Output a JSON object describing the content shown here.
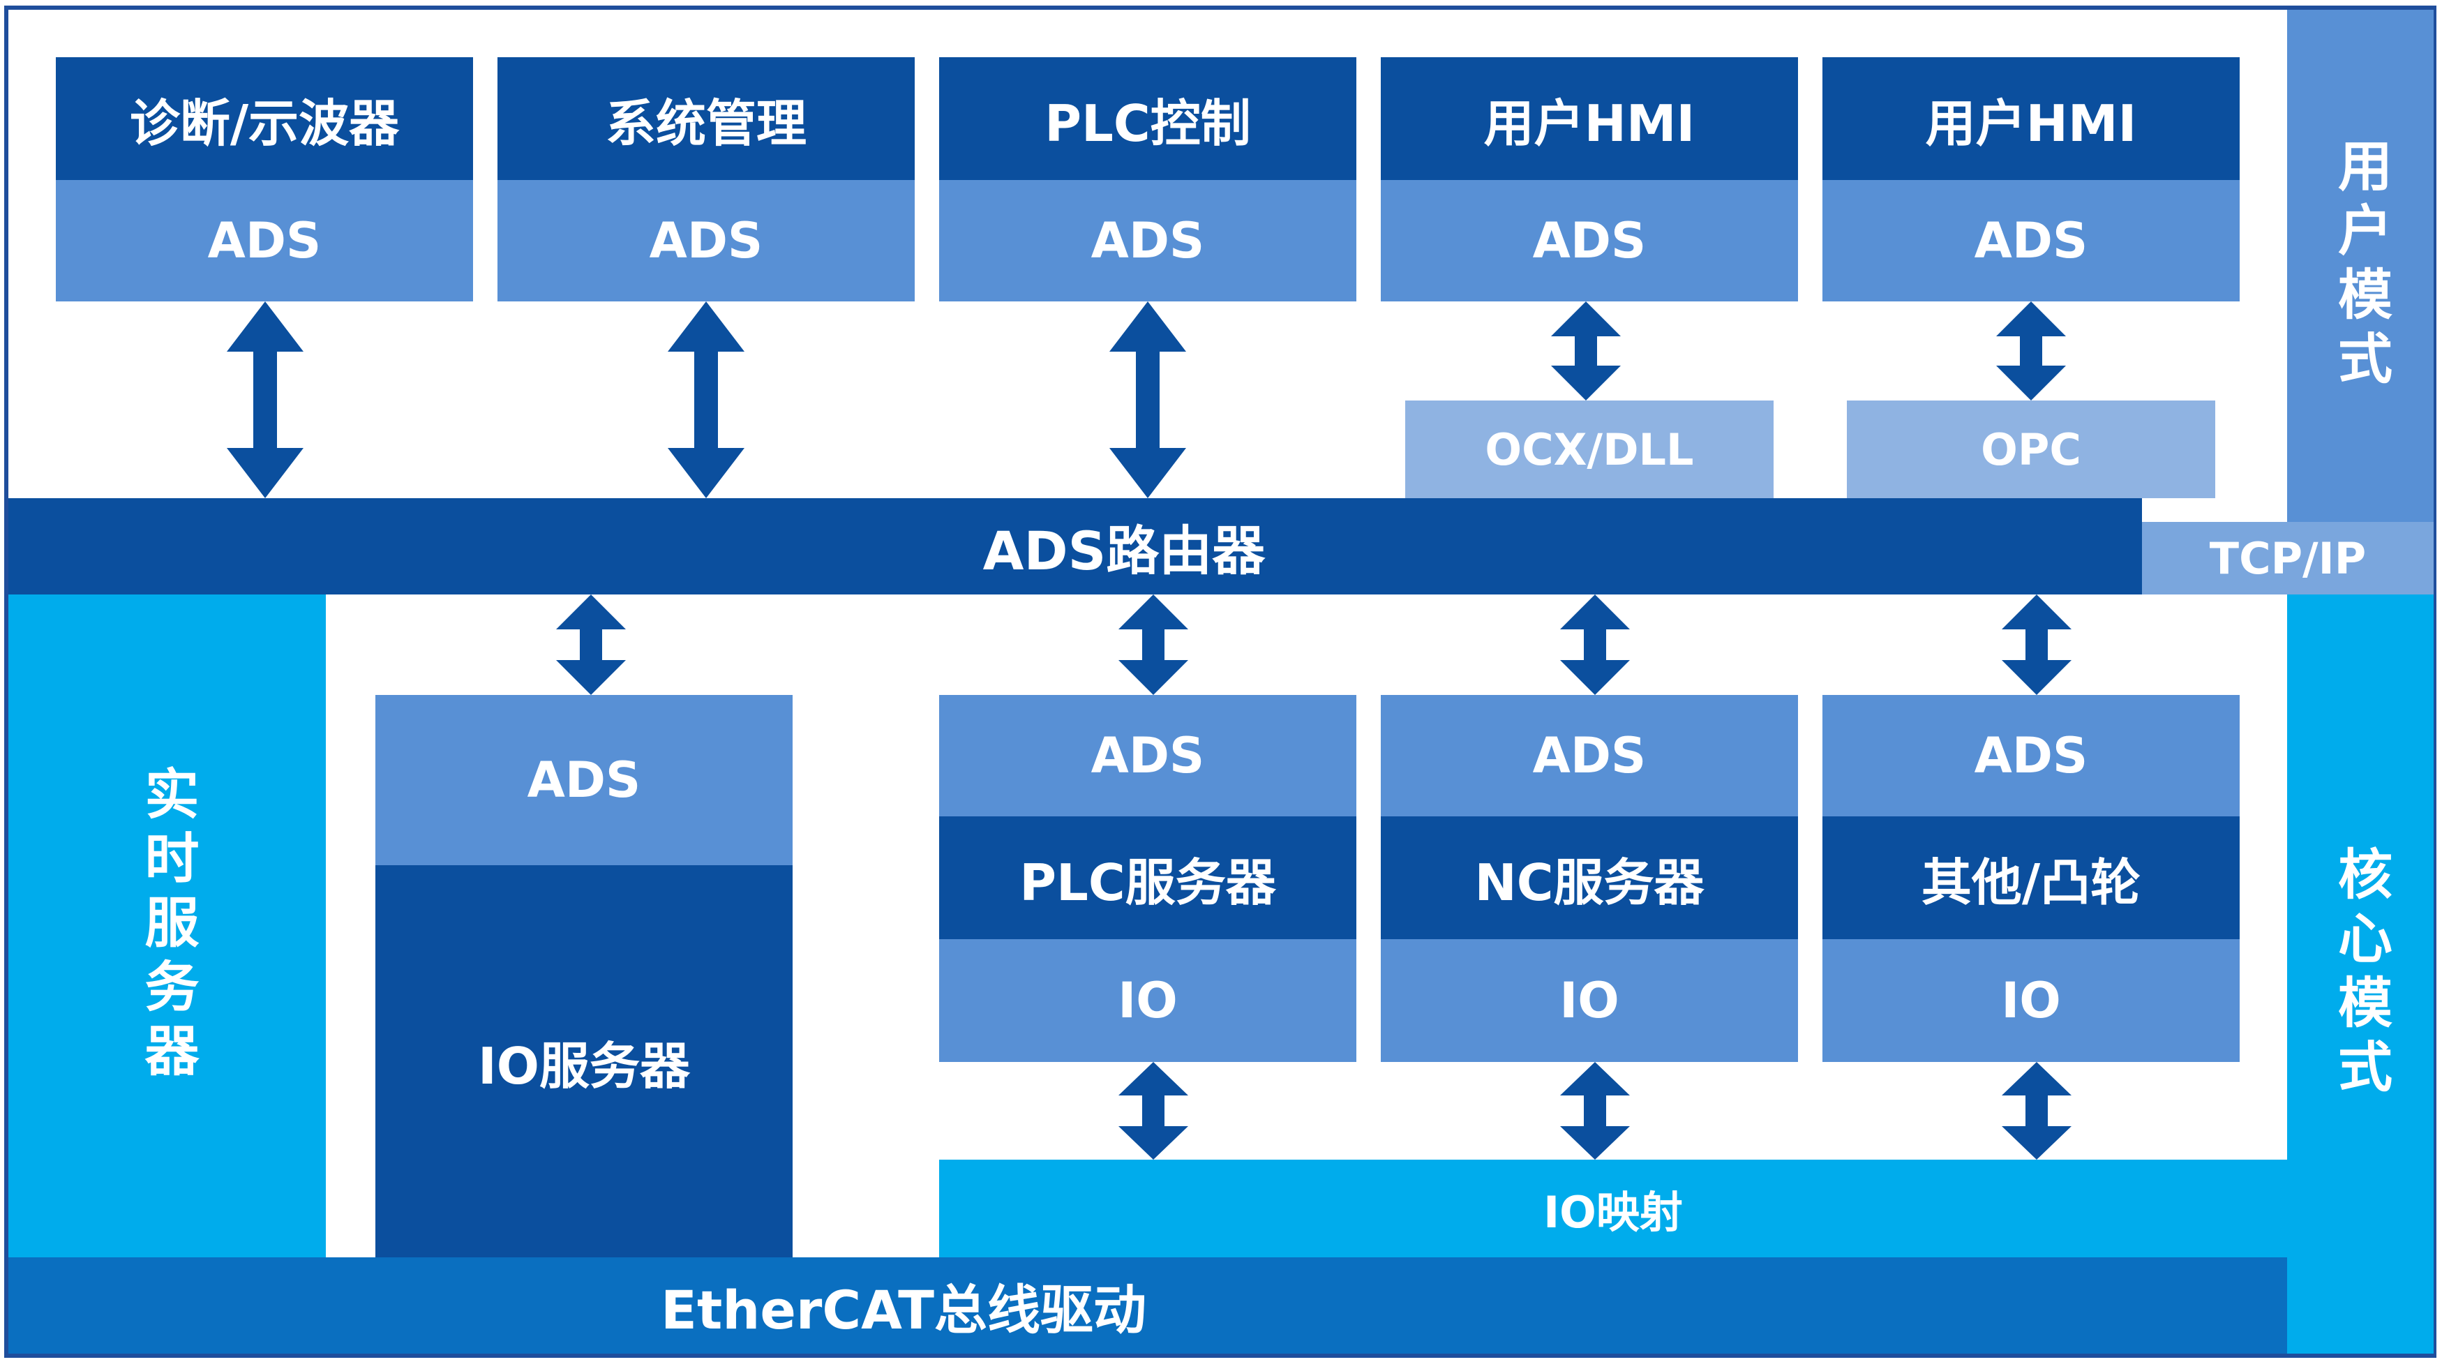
{
  "user_apps": [
    {
      "title": "诊断/示波器",
      "protocol": "ADS"
    },
    {
      "title": "系统管理",
      "protocol": "ADS"
    },
    {
      "title": "PLC控制",
      "protocol": "ADS"
    },
    {
      "title": "用户HMI",
      "protocol": "ADS"
    },
    {
      "title": "用户HMI",
      "protocol": "ADS"
    }
  ],
  "interfaces": [
    "OCX/DLL",
    "OPC"
  ],
  "side_labels": {
    "user_mode": "用户模式",
    "kernel_mode": "核心模式",
    "realtime_server": "实时服务器",
    "tcpip": "TCP/IP"
  },
  "router": "ADS路由器",
  "io_server": {
    "protocol": "ADS",
    "name": "IO服务器"
  },
  "servers": [
    {
      "protocol": "ADS",
      "name": "PLC服务器",
      "io": "IO"
    },
    {
      "protocol": "ADS",
      "name": "NC服务器",
      "io": "IO"
    },
    {
      "protocol": "ADS",
      "name": "其他/凸轮",
      "io": "IO"
    }
  ],
  "io_mapping": "IO映射",
  "fieldbus": "EtherCAT总线驱动",
  "colors": {
    "dark_blue": "#0b4f9e",
    "mid_blue": "#5890d5",
    "light_blue": "#8fb3e2",
    "cyan": "#00acec",
    "frame_blue": "#1f4e9c"
  }
}
